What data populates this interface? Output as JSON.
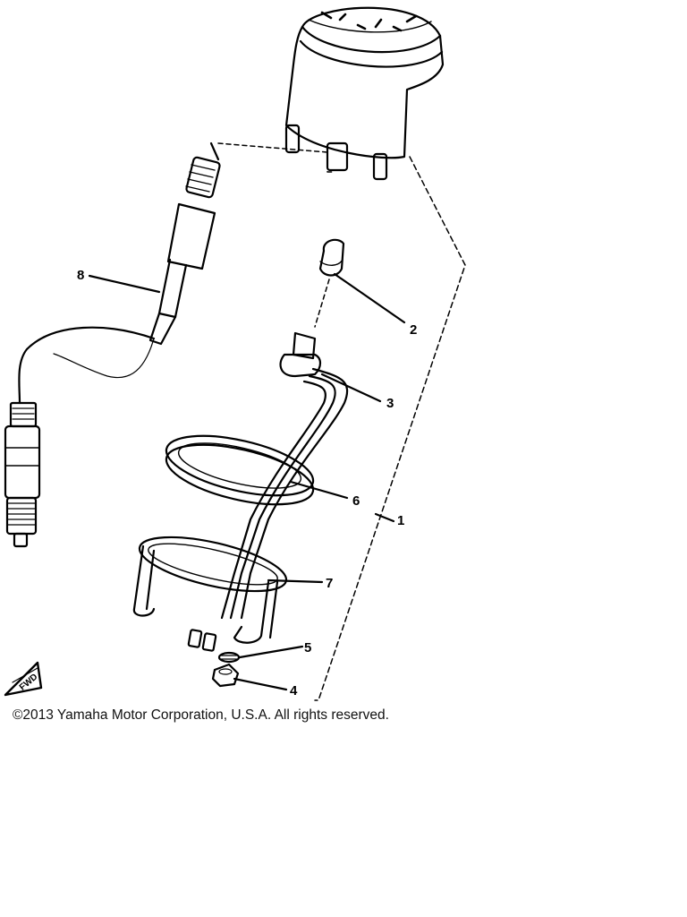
{
  "diagram": {
    "callouts": [
      {
        "id": "2",
        "label": "2"
      },
      {
        "id": "3",
        "label": "3"
      },
      {
        "id": "6",
        "label": "6"
      },
      {
        "id": "1",
        "label": "1"
      },
      {
        "id": "7",
        "label": "7"
      },
      {
        "id": "5",
        "label": "5"
      },
      {
        "id": "4",
        "label": "4"
      },
      {
        "id": "8",
        "label": "8"
      }
    ],
    "fwd_label": "FWD"
  },
  "footer": {
    "copyright": "©2013 Yamaha Motor Corporation, U.S.A. All rights reserved."
  }
}
